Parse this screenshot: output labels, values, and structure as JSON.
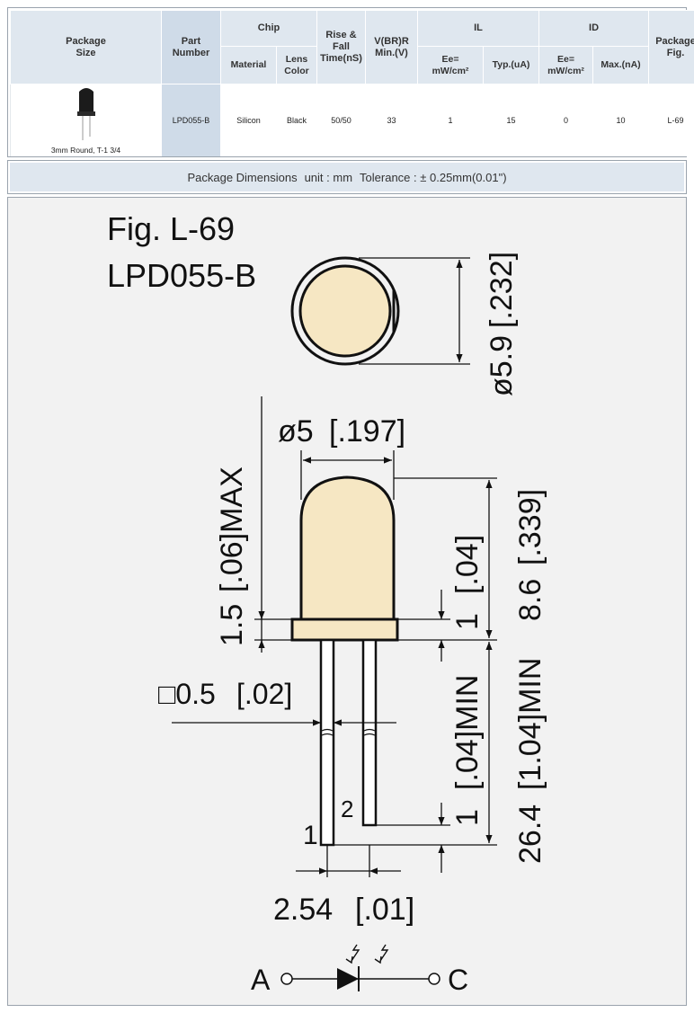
{
  "spec_table": {
    "headers": {
      "package_size": "Package\nSize",
      "part_number": "Part\nNumber",
      "chip": "Chip",
      "chip_material": "Material",
      "chip_lens_color": "Lens\nColor",
      "rise_fall": "Rise &\nFall\nTime(nS)",
      "vbr": "V(BR)R\nMin.(V)",
      "il": "IL",
      "il_ee": "Ee=\nmW/cm²",
      "il_typ": "Typ.(uA)",
      "id": "ID",
      "id_ee": "Ee=\nmW/cm²",
      "id_max": "Max.(nA)",
      "package_fig": "Package\nFig."
    },
    "row": {
      "package_label": "3mm Round, T-1 3/4",
      "part_number": "LPD055-B",
      "material": "Silicon",
      "lens_color": "Black",
      "rise_fall": "50/50",
      "vbr": "33",
      "il_ee": "1",
      "il_typ": "15",
      "id_ee": "0",
      "id_max": "10",
      "package_fig": "L-69"
    }
  },
  "caption": {
    "title": "Package Dimensions",
    "unit": "unit : mm",
    "tolerance": "Tolerance : ± 0.25mm(0.01\")"
  },
  "drawing": {
    "fig_title": "Fig. L-69",
    "part": "LPD055-B",
    "dims": {
      "flange_dia": "ø5.9",
      "flange_dia_in": "[.232]",
      "body_dia": "ø5",
      "body_dia_in": "[.197]",
      "flange_height": "1.5",
      "flange_height_in": "[.06]MAX",
      "lead_square": "□0.5",
      "lead_square_in": "[.02]",
      "body_height": "8.6",
      "body_height_in": "[.339]",
      "dome_offset": "1",
      "dome_offset_in": "[.04]",
      "lead_length": "26.4",
      "lead_length_in": "[1.04]MIN",
      "lead_diff": "1",
      "lead_diff_in": "[.04]MIN",
      "lead_spacing": "2.54",
      "lead_spacing_in": "[.01]",
      "pin1": "1",
      "pin2": "2",
      "anode": "A",
      "cathode": "C"
    }
  },
  "colors": {
    "header_bg": "#dfe7ef",
    "part_bg": "#cfdbe8",
    "drawing_bg": "#f2f2f2",
    "body_fill": "#f6e7c3",
    "line": "#111111"
  }
}
